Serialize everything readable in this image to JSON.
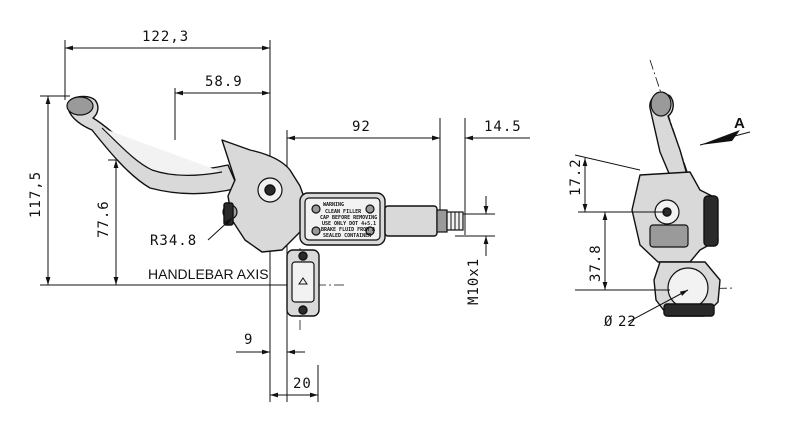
{
  "dimensions": {
    "overall_width": "122,3",
    "pivot_to_tip": "58.9",
    "reservoir_width": "92",
    "fitting_length": "14.5",
    "overall_height": "117,5",
    "lever_height": "77.6",
    "radius": "R34.8",
    "clamp_offset": "9",
    "clamp_width": "20",
    "thread": "M10x1",
    "side_upper": "17.2",
    "side_lower": "37.8",
    "bore": "22"
  },
  "labels": {
    "handlebar_axis": "HANDLEBAR AXIS",
    "view_a": "A",
    "diameter_symbol": "Ø"
  },
  "reservoir_label": [
    "WARNING",
    "CLEAN FILLER",
    "CAP BEFORE REMOVING",
    "USE ONLY DOT 4+5.1",
    "BRAKE FLUID FROM A",
    "SEALED CONTAINER"
  ]
}
